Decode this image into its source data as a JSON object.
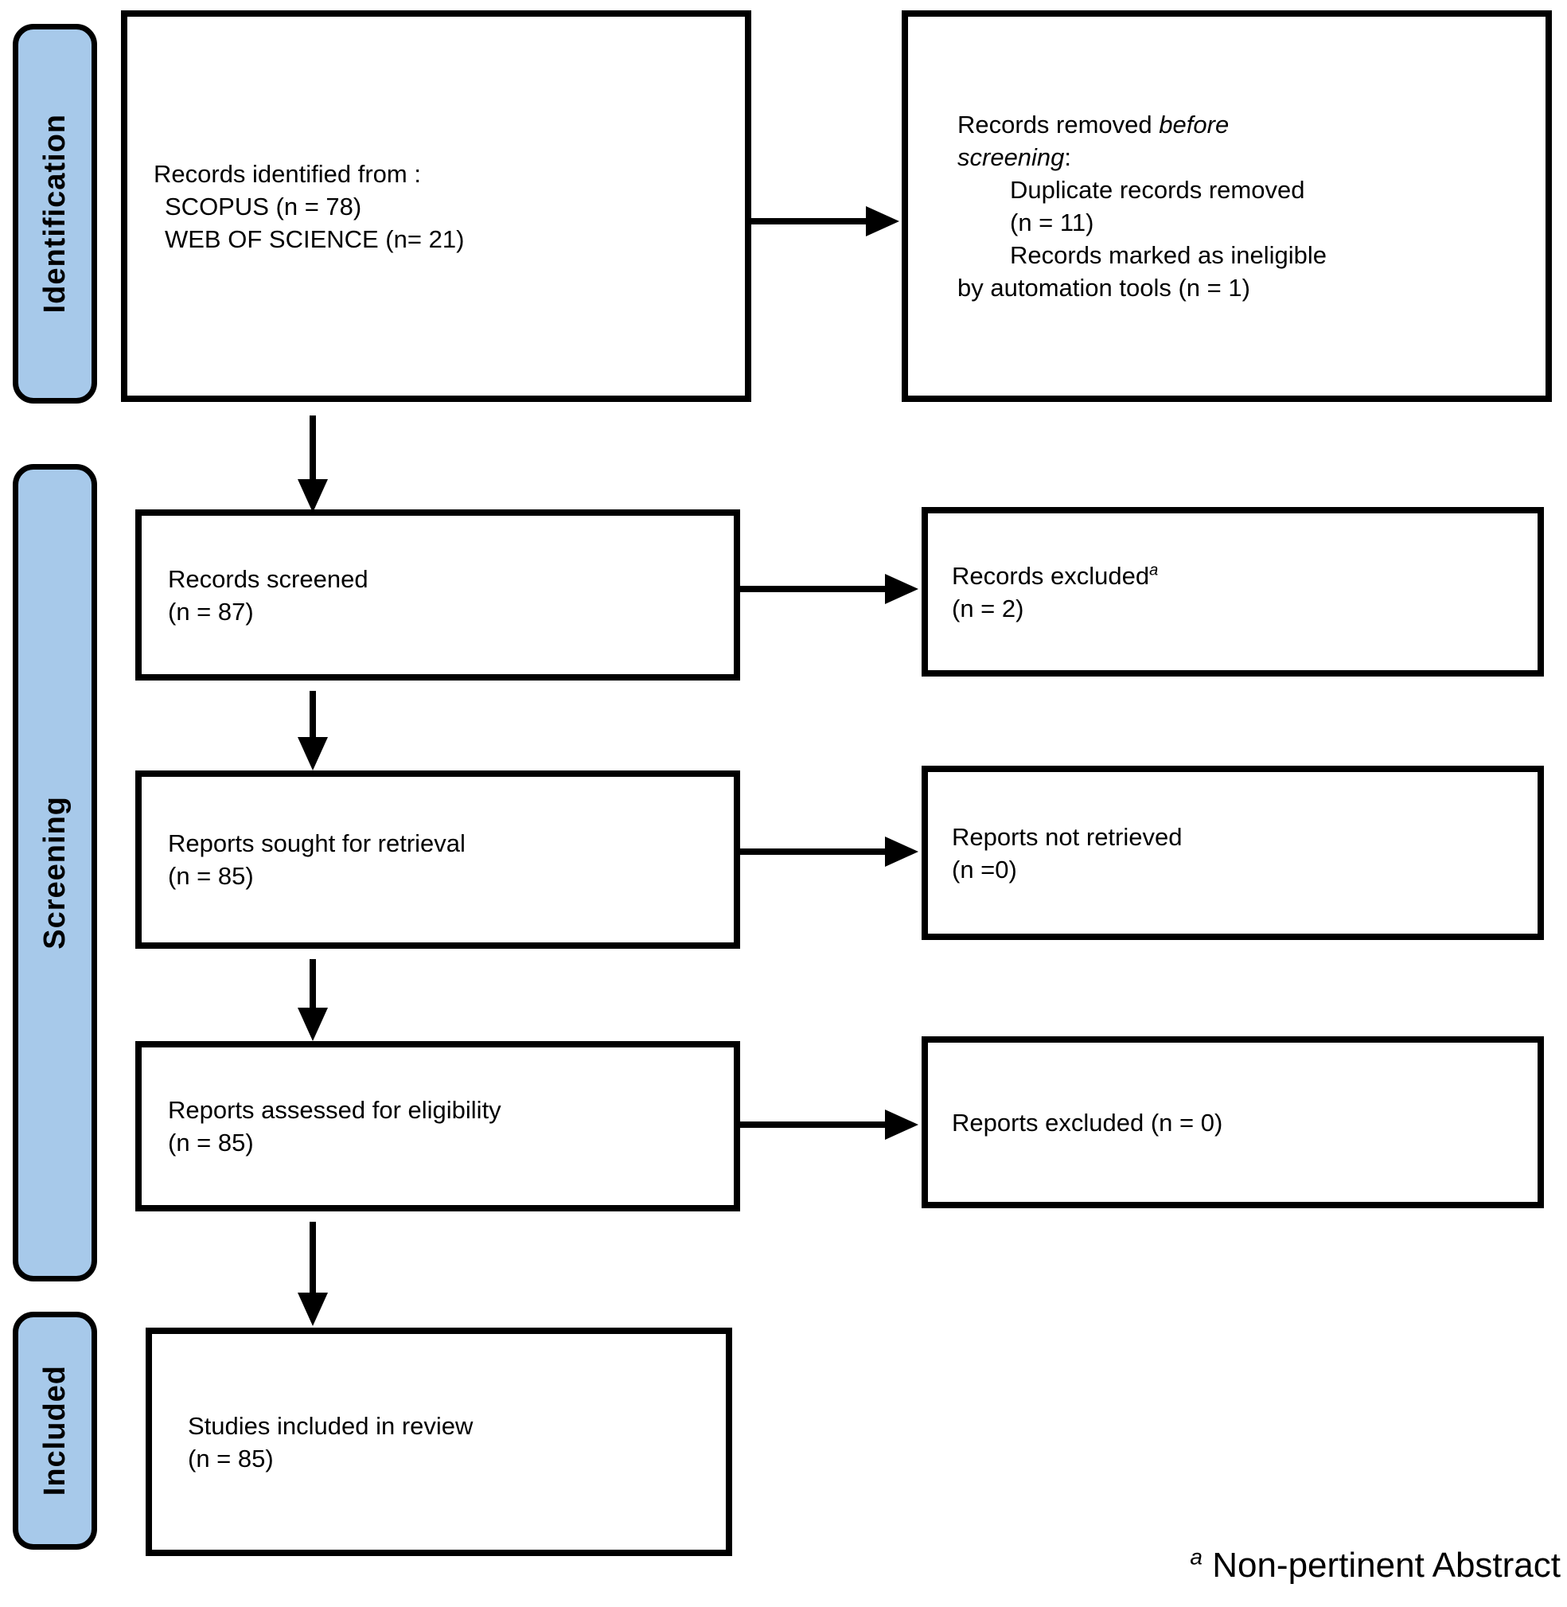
{
  "diagram": {
    "stages": [
      {
        "label": "Identification"
      },
      {
        "label": "Screening"
      },
      {
        "label": "Included"
      }
    ],
    "boxes": {
      "identified": {
        "lines": [
          "Records identified from :",
          "SCOPUS (n = 78)",
          "WEB OF SCIENCE (n= 21)"
        ]
      },
      "removed": {
        "intro_regular": "Records removed ",
        "intro_italic_1": "before",
        "intro_italic_2": "screening",
        "intro_colon": ":",
        "items": [
          "Duplicate records removed",
          "(n = 11)",
          "Records marked as ineligible",
          "by automation tools (n = 1)"
        ]
      },
      "screened": {
        "lines": [
          "Records screened",
          "(n = 87)"
        ]
      },
      "excluded": {
        "label": "Records excluded",
        "sup": "a",
        "count": "(n = 2)"
      },
      "sought": {
        "lines": [
          "Reports sought for retrieval",
          "(n = 85)"
        ]
      },
      "not_retrieved": {
        "lines": [
          "Reports not retrieved",
          "(n =0)"
        ]
      },
      "assessed": {
        "lines": [
          "Reports assessed for eligibility",
          "(n = 85)"
        ]
      },
      "reports_excluded": {
        "line": "Reports excluded (n = 0)"
      },
      "included": {
        "lines": [
          "Studies included in review",
          "(n = 85)"
        ]
      }
    },
    "footnote": {
      "sup": "a",
      "text": " Non-pertinent Abstract"
    },
    "colors": {
      "stage_fill": "#A7C9EA",
      "border": "#000000",
      "box_fill": "#FFFFFF"
    }
  }
}
